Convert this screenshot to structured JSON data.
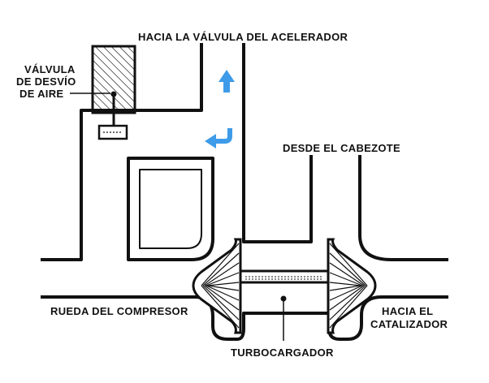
{
  "labels": {
    "throttle": "HACIA LA VÁLVULA DEL ACELERADOR",
    "bypass_line1": "VÁLVULA",
    "bypass_line2": "DE DESVÍO",
    "bypass_line3": "DE AIRE",
    "head": "DESDE EL CABEZOTE",
    "compressor": "RUEDA DEL COMPRESOR",
    "catalyst_line1": "HACIA EL",
    "catalyst_line2": "CATALIZADOR",
    "turbo": "TURBOCARGADOR"
  },
  "colors": {
    "line": "#111111",
    "arrow": "#3d9be9",
    "hatch": "#111111"
  },
  "icons": {
    "up_arrow": "arrow-up-icon",
    "return_arrow": "arrow-return-left-icon"
  }
}
